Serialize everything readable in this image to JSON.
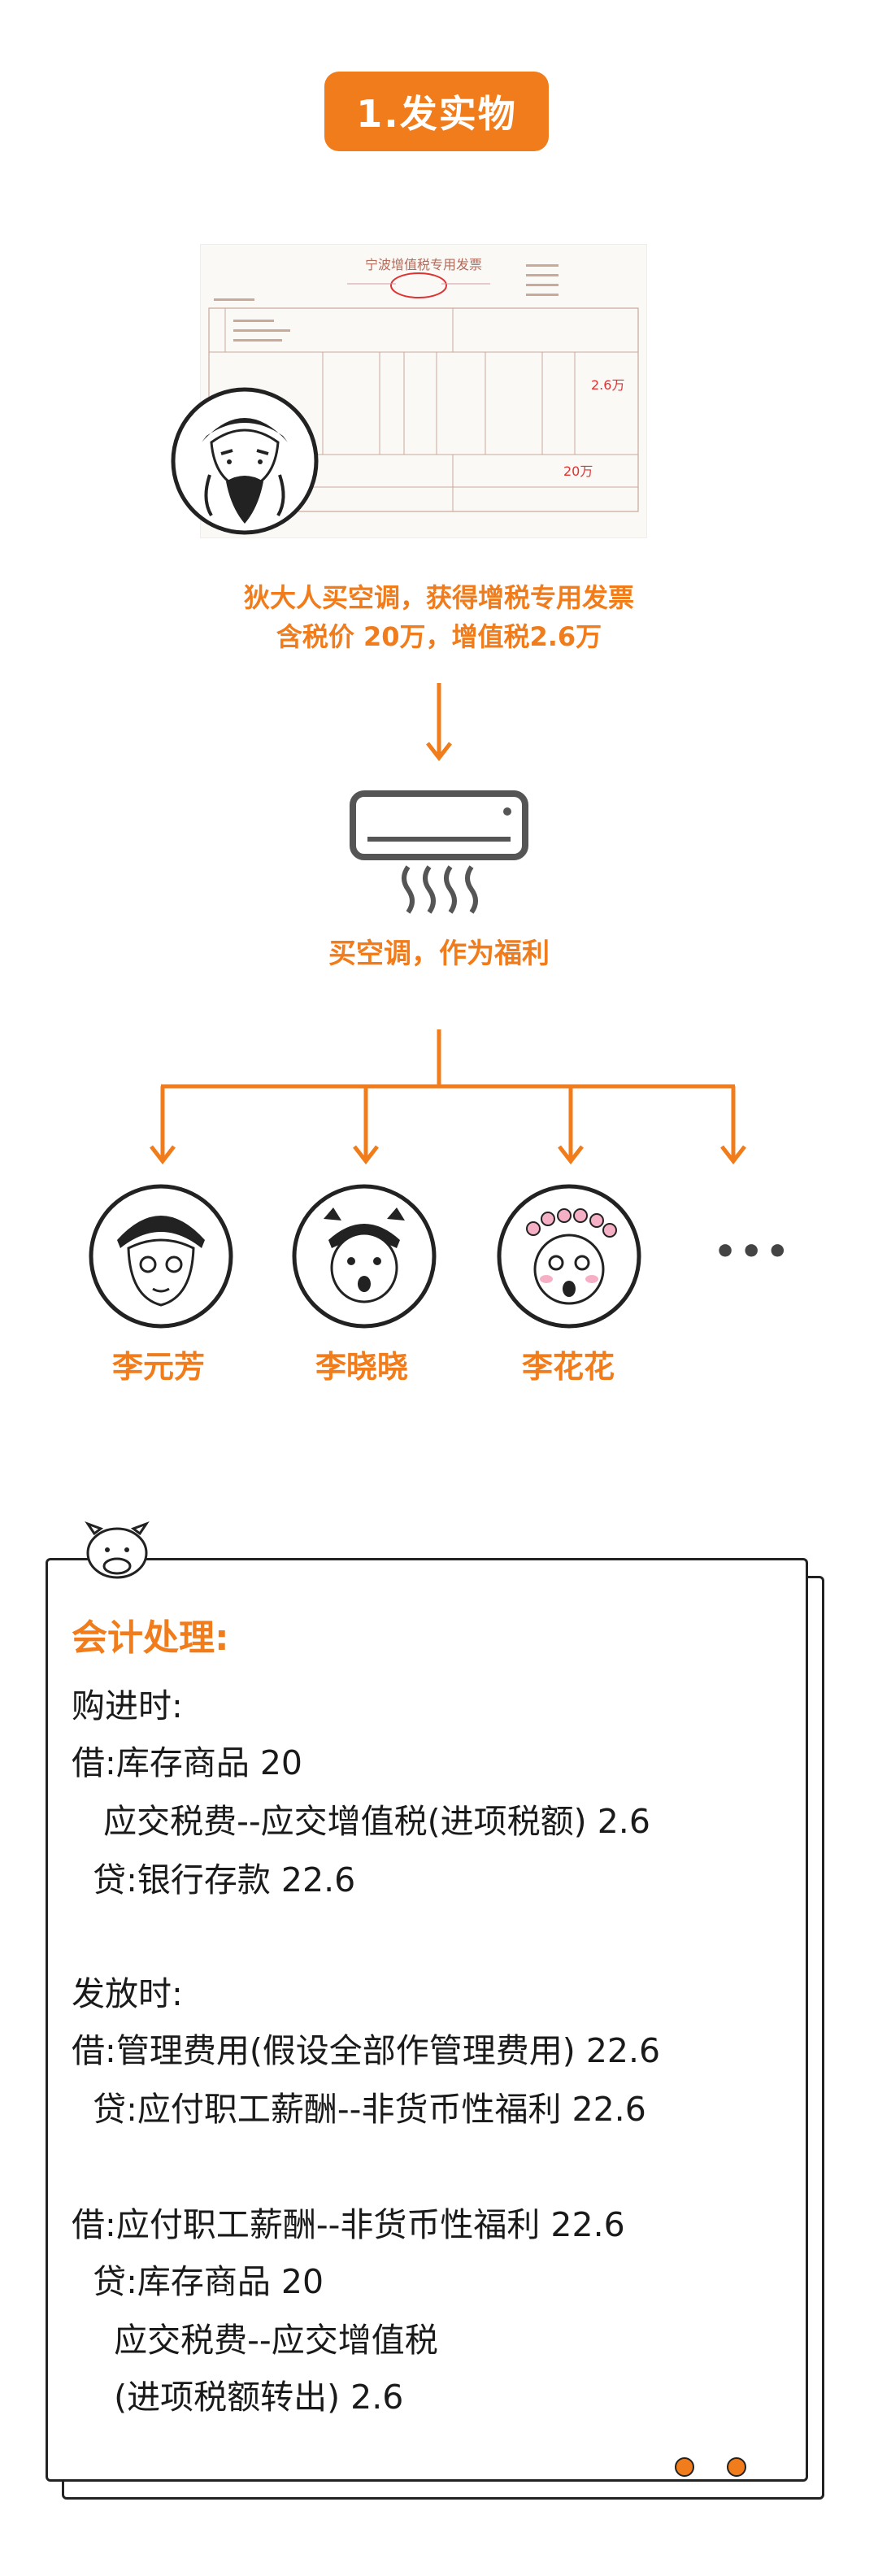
{
  "header": {
    "step_label": "1.发实物"
  },
  "invoice": {
    "title": "宁波增值税专用发票",
    "amount_tax": "2.6万",
    "amount_total": "20万"
  },
  "caption1": {
    "line1": "狄大人买空调，获得增税专用发票",
    "line2": "含税价 20万，增值税2.6万"
  },
  "caption2": "买空调，作为福利",
  "people": [
    {
      "name": "李元芳"
    },
    {
      "name": "李晓晓"
    },
    {
      "name": "李花花"
    }
  ],
  "more_symbol": "•••",
  "accounting": {
    "title": "会计处理:",
    "lines": [
      "购进时:",
      "借:库存商品 20",
      "   应交税费--应交增值税(进项税额) 2.6",
      "  贷:银行存款 22.6",
      "发放时:",
      "借:管理费用(假设全部作管理费用) 22.6",
      "  贷:应付职工薪酬--非货币性福利 22.6",
      "借:应付职工薪酬--非货币性福利 22.6",
      "  贷:库存商品 20",
      "    应交税费--应交增值税",
      "    (进项税额转出) 2.6"
    ]
  },
  "colors": {
    "accent": "#f07c1b",
    "text": "#1a1a1a"
  }
}
